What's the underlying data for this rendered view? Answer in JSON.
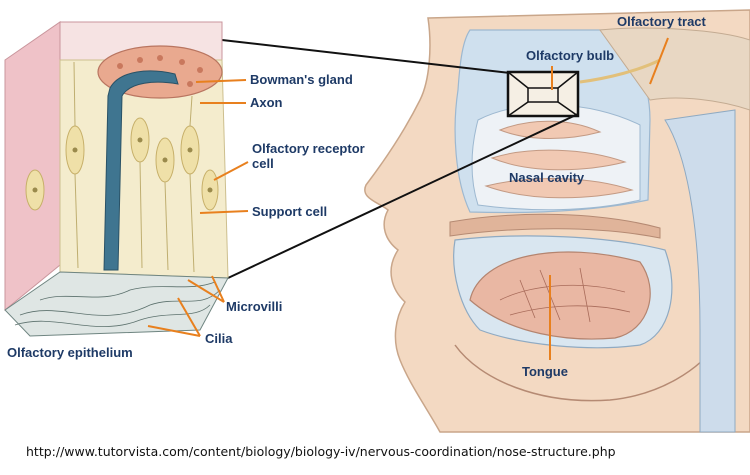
{
  "labels": {
    "bowmans_gland": "Bowman's gland",
    "axon": "Axon",
    "olfactory_receptor_cell": "Olfactory receptor cell",
    "support_cell": "Support cell",
    "microvilli": "Microvilli",
    "cilia": "Cilia",
    "olfactory_epithelium": "Olfactory epithelium",
    "olfactory_tract": "Olfactory tract",
    "olfactory_bulb": "Olfactory bulb",
    "nasal_cavity": "Nasal cavity",
    "tongue": "Tongue"
  },
  "source_url": "http://www.tutorvista.com/content/biology/biology-iv/nervous-coordination/nose-structure.php",
  "colors": {
    "label_text": "#1e3a66",
    "leader_line": "#e8801e",
    "tissue": "#f4eccd",
    "gland": "#e9a98f",
    "duct": "#3f7590",
    "skin": "#f3d9c2",
    "nasal_wall": "#b8d1e6"
  }
}
